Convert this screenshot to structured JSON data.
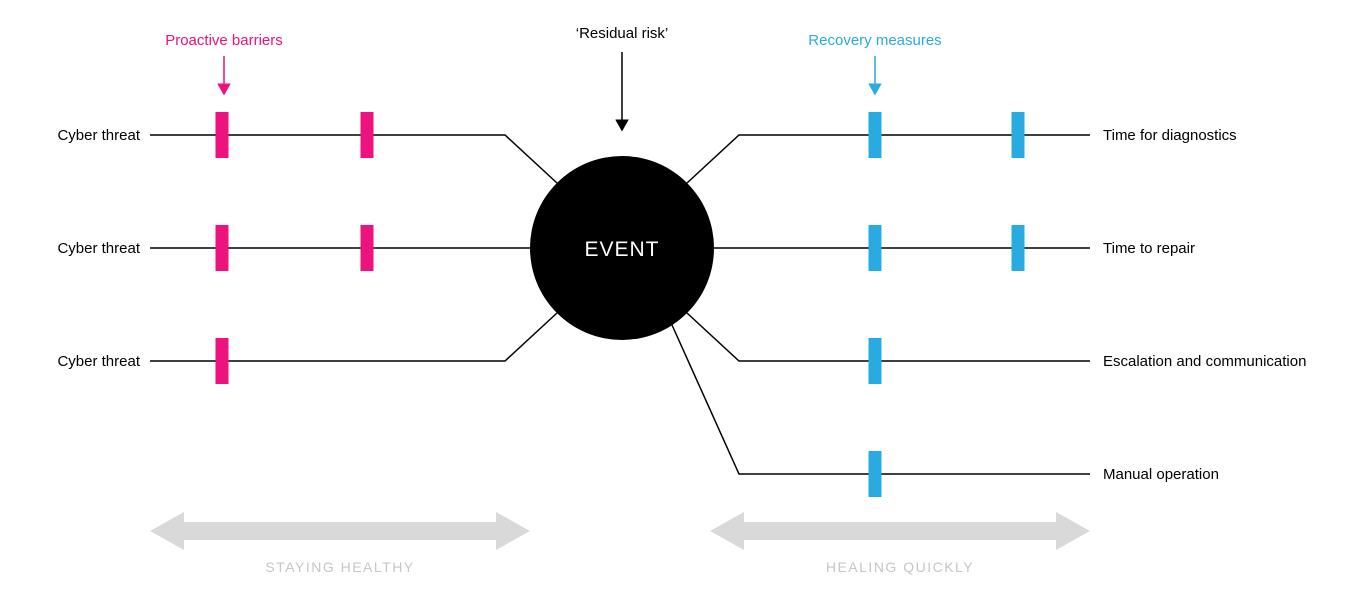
{
  "diagram": {
    "title": "Bowtie cyber resilience diagram",
    "event_label": "EVENT",
    "annotations": {
      "proactive_barriers_label": "Proactive barriers",
      "residual_risk_label": "‘Residual risk’",
      "recovery_measures_label": "Recovery measures"
    },
    "structure": {
      "left_lines": [
        {
          "label": "Cyber threat",
          "barriers": 2
        },
        {
          "label": "Cyber threat",
          "barriers": 2
        },
        {
          "label": "Cyber threat",
          "barriers": 1
        }
      ],
      "right_lines": [
        {
          "label": "Time for diagnostics",
          "measures": 2
        },
        {
          "label": "Time to repair",
          "measures": 2
        },
        {
          "label": "Escalation and communication",
          "measures": 1
        },
        {
          "label": "Manual operation",
          "measures": 1
        }
      ]
    },
    "phases": {
      "left": "STAYING HEALTHY",
      "right": "HEALING QUICKLY"
    },
    "colors": {
      "barrier_pink": "#ed127d",
      "recovery_blue": "#29abe2",
      "event_black": "#000000",
      "arrow_gray": "#d9d9d9",
      "label_gray": "#c6c6c6"
    }
  }
}
